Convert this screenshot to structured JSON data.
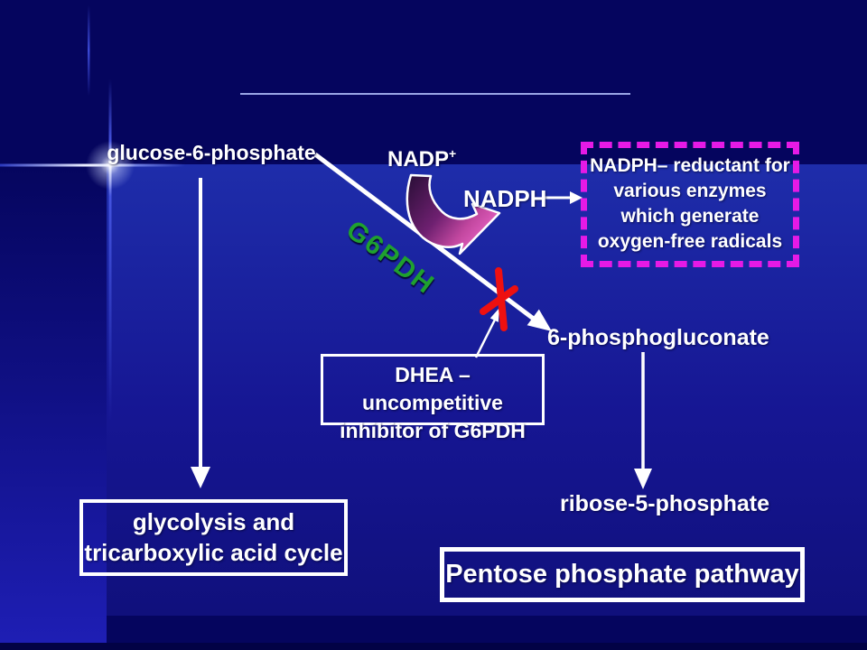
{
  "slide": {
    "type": "presentation-slide",
    "topic": "Pentose phosphate pathway diagram"
  },
  "colors": {
    "base_background": "#05055E",
    "main_panel_top": "#1E2DAA",
    "main_panel_bottom": "#10107C",
    "left_panel_bottom": "#1E1EB4",
    "title_underline": "#9AA6E6",
    "accent_magenta_dashed_box": "#E61AE6",
    "g6pdh_green": "#1FA02F",
    "inhibition_red": "#EE1010",
    "swoosh_dark_purple": "#32103E",
    "swoosh_pink": "#E863C4",
    "arrow_white": "#FFFFFF"
  },
  "labels": {
    "glucose6p": "glucose-6-phosphate",
    "nadp_base": "NADP",
    "nadp_sup": "+",
    "nadph": "NADPH",
    "g6pdh": "G6PDH",
    "six_phosphogluconate": "6-phosphogluconate",
    "ribose5p": "ribose-5-phosphate"
  },
  "boxes": {
    "nadph_info": {
      "lines": [
        "NADPH– reductant for",
        "various enzymes",
        "which generate",
        "oxygen-free radicals"
      ]
    },
    "dhea": {
      "lines": [
        "DHEA – uncompetitive",
        "inhibitor of G6PDH"
      ]
    },
    "glycolysis": {
      "lines": [
        "glycolysis and",
        "tricarboxylic acid cycle"
      ]
    },
    "pentose": {
      "label": "Pentose phosphate pathway"
    }
  }
}
